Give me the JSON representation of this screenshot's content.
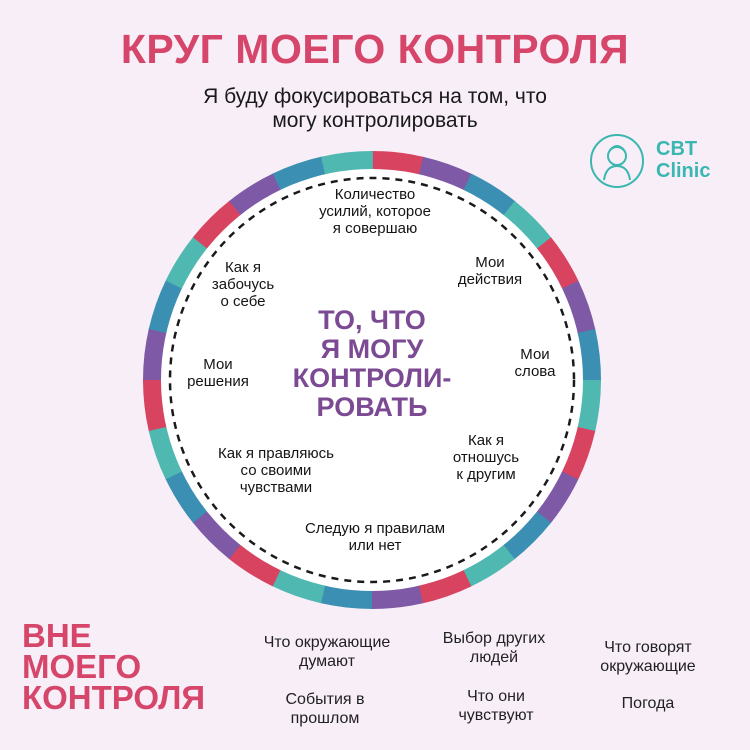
{
  "header": {
    "title": "КРУГ МОЕГО КОНТРОЛЯ",
    "subtitle_lines": [
      "Я буду фокусироваться на том, что",
      "могу контролировать"
    ]
  },
  "logo": {
    "lines": [
      "CBT",
      "Clinic"
    ],
    "icon": "doctor-portrait-icon"
  },
  "circle": {
    "center_lines": [
      "ТО, ЧТО",
      "Я МОГУ",
      "КОНТРОЛИ-",
      "РОВАТЬ"
    ],
    "items": [
      {
        "lines": [
          "Количество",
          "усилий, которое",
          "я совершаю"
        ]
      },
      {
        "lines": [
          "Мои",
          "действия"
        ]
      },
      {
        "lines": [
          "Мои",
          "слова"
        ]
      },
      {
        "lines": [
          "Как я",
          "отношусь",
          "к другим"
        ]
      },
      {
        "lines": [
          "Следую я правилам",
          "или нет"
        ]
      },
      {
        "lines": [
          "Как я правляюсь",
          "со своими",
          "чувствами"
        ]
      },
      {
        "lines": [
          "Мои",
          "решения"
        ]
      },
      {
        "lines": [
          "Как я",
          "забочусь",
          "о себе"
        ]
      }
    ]
  },
  "outside": {
    "title_lines": [
      "ВНЕ",
      "МОЕГО",
      "КОНТРОЛЯ"
    ],
    "items": [
      {
        "lines": [
          "Что окружающие",
          "думают"
        ]
      },
      {
        "lines": [
          "Выбор других",
          "людей"
        ]
      },
      {
        "lines": [
          "Что говорят",
          "окружающие"
        ]
      },
      {
        "lines": [
          "События в",
          "прошлом"
        ]
      },
      {
        "lines": [
          "Что они",
          "чувствуют"
        ]
      },
      {
        "lines": [
          "Погода"
        ]
      }
    ]
  },
  "colors": {
    "title": "#d5466a",
    "center_text": "#7b4a93",
    "ring_segments": [
      "#d8435f",
      "#7e5aa6",
      "#3b8fb3",
      "#4fb8b1"
    ],
    "logo": "#3ab7b0"
  }
}
